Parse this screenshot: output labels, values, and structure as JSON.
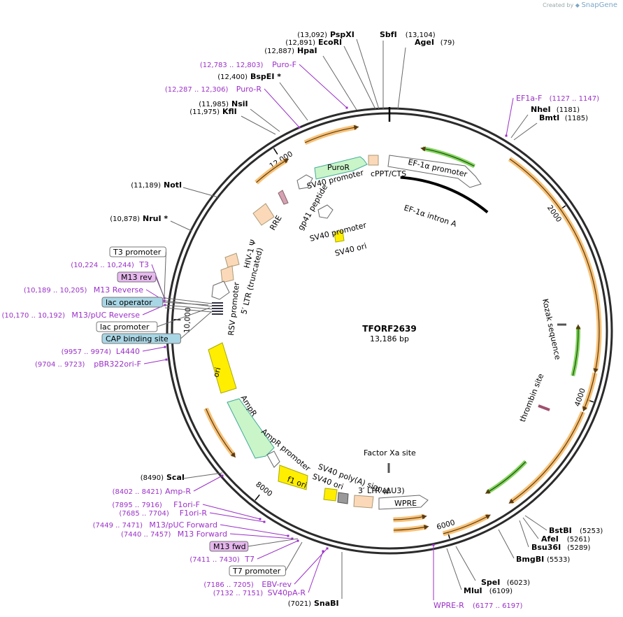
{
  "credit": {
    "prefix": "Created by",
    "brand": "SnapGene"
  },
  "plasmid": {
    "name": "TFORF2639",
    "length": "13,186 bp"
  },
  "colors": {
    "ring": "#2b2b2b",
    "orange_arrow": "#f6b65f",
    "green_arrow": "#82d45c",
    "primer": "#9b30c8",
    "lac_box": "#a9d6e5",
    "m13_box": "#e6b8ee"
  },
  "sites": [
    {
      "name": "PspXI",
      "pos": "(13,092)"
    },
    {
      "name": "SbfI",
      "pos": "(13,104)"
    },
    {
      "name": "EcoRI",
      "pos": "(12,891)"
    },
    {
      "name": "AgeI",
      "pos": "(79)"
    },
    {
      "name": "HpaI",
      "pos": "(12,887)"
    },
    {
      "name": "BspEI *",
      "pos": "(12,400)"
    },
    {
      "name": "NsiI",
      "pos": "(11,985)"
    },
    {
      "name": "KflI",
      "pos": "(11,975)"
    },
    {
      "name": "NheI",
      "pos": "(1181)"
    },
    {
      "name": "BmtI",
      "pos": "(1185)"
    },
    {
      "name": "NotI",
      "pos": "(11,189)"
    },
    {
      "name": "NruI *",
      "pos": "(10,878)"
    },
    {
      "name": "BstBI",
      "pos": "(5253)"
    },
    {
      "name": "AfeI",
      "pos": "(5261)"
    },
    {
      "name": "Bsu36I",
      "pos": "(5289)"
    },
    {
      "name": "BmgBI",
      "pos": "(5533)"
    },
    {
      "name": "SpeI",
      "pos": "(6023)"
    },
    {
      "name": "MluI",
      "pos": "(6109)"
    },
    {
      "name": "SnaBI",
      "pos": "(7021)"
    },
    {
      "name": "ScaI",
      "pos": "(8490)"
    }
  ],
  "primers": [
    {
      "name": "Puro-F",
      "pos": "(12,783 .. 12,803)"
    },
    {
      "name": "Puro-R",
      "pos": "(12,287 .. 12,306)"
    },
    {
      "name": "EF1a-F",
      "pos": "(1127 .. 1147)"
    },
    {
      "name": "T3",
      "pos": "(10,224 .. 10,244)"
    },
    {
      "name": "M13 Reverse",
      "pos": "(10,189 .. 10,205)"
    },
    {
      "name": "M13/pUC Reverse",
      "pos": "(10,170 .. 10,192)"
    },
    {
      "name": "L4440",
      "pos": "(9957 .. 9974)"
    },
    {
      "name": "pBR322ori-F",
      "pos": "(9704 .. 9723)"
    },
    {
      "name": "Amp-R",
      "pos": "(8402 .. 8421)"
    },
    {
      "name": "F1ori-F",
      "pos": "(7895 .. 7916)"
    },
    {
      "name": "F1ori-R",
      "pos": "(7685 .. 7704)"
    },
    {
      "name": "M13/pUC Forward",
      "pos": "(7449 .. 7471)"
    },
    {
      "name": "M13 Forward",
      "pos": "(7440 .. 7457)"
    },
    {
      "name": "T7",
      "pos": "(7411 .. 7430)"
    },
    {
      "name": "EBV-rev",
      "pos": "(7186 .. 7205)"
    },
    {
      "name": "SV40pA-R",
      "pos": "(7132 .. 7151)"
    },
    {
      "name": "WPRE-R",
      "pos": "(6177 .. 6197)"
    }
  ],
  "boxed_labels": [
    {
      "name": "T3 promoter"
    },
    {
      "name": "M13 rev"
    },
    {
      "name": "lac operator"
    },
    {
      "name": "lac promoter"
    },
    {
      "name": "CAP binding site"
    },
    {
      "name": "M13 fwd"
    },
    {
      "name": "T7 promoter"
    }
  ],
  "features": [
    {
      "name": "PuroR"
    },
    {
      "name": "cPPT/CTS"
    },
    {
      "name": "EF-1α promoter"
    },
    {
      "name": "SV40 promoter"
    },
    {
      "name": "EF-1α intron A"
    },
    {
      "name": "RRE"
    },
    {
      "name": "gp41 peptide"
    },
    {
      "name": "SV40 promoter"
    },
    {
      "name": "SV40 ori"
    },
    {
      "name": "HIV-1 Ψ"
    },
    {
      "name": "5′ LTR (truncated)"
    },
    {
      "name": "RSV promoter"
    },
    {
      "name": "Kozak sequence"
    },
    {
      "name": "thrombin site"
    },
    {
      "name": "ori"
    },
    {
      "name": "AmpR"
    },
    {
      "name": "AmpR promoter"
    },
    {
      "name": "Factor Xa site"
    },
    {
      "name": "f1 ori"
    },
    {
      "name": "SV40 poly(A) signal"
    },
    {
      "name": "SV40 ori"
    },
    {
      "name": "3′ LTR (ΔU3)"
    },
    {
      "name": "WPRE"
    }
  ],
  "ticks": [
    "2000",
    "4000",
    "6000",
    "8000",
    "10,000",
    "12,000"
  ]
}
